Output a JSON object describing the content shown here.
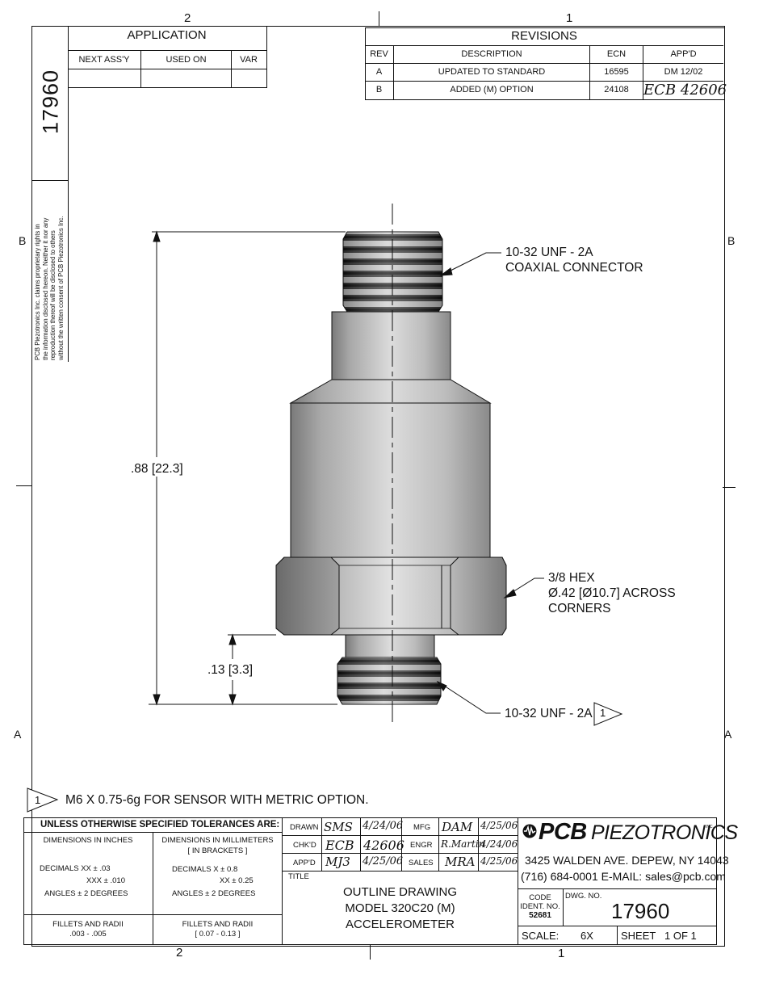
{
  "zones": {
    "top_left": "2",
    "top_right": "1",
    "bottom_left": "2",
    "bottom_right": "1",
    "left_b": "B",
    "right_b": "B",
    "left_a": "A",
    "right_a": "A"
  },
  "side_dwg_no": "17960",
  "proprietary": [
    "PCB Piezotronics Inc. claims proprietary rights in",
    "the information disclosed hereon.  Neither it nor any",
    "reproduction thereof will be disclosed to others",
    "without the written consent of PCB Piezotronics Inc."
  ],
  "application": {
    "title": "APPLICATION",
    "cols": [
      "NEXT ASS'Y",
      "USED ON",
      "VAR"
    ]
  },
  "revisions": {
    "title": "REVISIONS",
    "headers": [
      "REV",
      "DESCRIPTION",
      "ECN",
      "APP'D"
    ],
    "rows": [
      [
        "A",
        "UPDATED TO STANDARD",
        "16595",
        "DM 12/02"
      ],
      [
        "B",
        "ADDED (M) OPTION",
        "24108",
        "ECB 42606"
      ]
    ]
  },
  "callouts": {
    "connector_1": "10-32 UNF - 2A",
    "connector_2": "COAXIAL CONNECTOR",
    "hex_1": "3/8 HEX",
    "hex_2": "Ø.42 [Ø10.7] ACROSS",
    "hex_3": "CORNERS",
    "stud": "10-32 UNF - 2A",
    "stud_note_num": "1"
  },
  "dimensions": {
    "overall": ".88 [22.3]",
    "stud": ".13 [3.3]"
  },
  "note": {
    "num": "1",
    "text": "M6 X 0.75-6g FOR SENSOR WITH METRIC OPTION."
  },
  "tolerances": {
    "title": "UNLESS OTHERWISE SPECIFIED  TOLERANCES ARE:",
    "inch_head": "DIMENSIONS  IN INCHES",
    "mm_head_1": "DIMENSIONS IN MILLIMETERS",
    "mm_head_2": "[ IN BRACKETS ]",
    "inch_dec_1": "DECIMALS    XX   ± .03",
    "inch_dec_2": "XXX   ± .010",
    "mm_dec_1": "DECIMALS     X   ± 0.8",
    "mm_dec_2": "XX   ± 0.25",
    "inch_ang": "ANGLES  ± 2 DEGREES",
    "mm_ang": "ANGLES  ± 2 DEGREES",
    "inch_fillet_1": "FILLETS AND RADII",
    "inch_fillet_2": ".003 - .005",
    "mm_fillet_1": "FILLETS AND RADII",
    "mm_fillet_2": "[ 0.07 - 0.13 ]"
  },
  "signoff": {
    "drawn": "DRAWN",
    "chkd": "CHK'D",
    "appd": "APP'D",
    "title": "TITLE",
    "mfg": "MFG",
    "engr": "ENGR",
    "sales": "SALES",
    "drawn_by": "SMS",
    "drawn_date": "4/24/06",
    "chkd_by": "ECB",
    "chkd_date": "42606",
    "appd_by": "MJ3",
    "appd_date": "4/25/06",
    "mfg_by": "DAM",
    "mfg_date": "4/25/06",
    "engr_by": "R.Martin",
    "engr_date": "4/24/06",
    "sales_by": "MRA",
    "sales_date": "4/25/06"
  },
  "drawing_title": [
    "OUTLINE DRAWING",
    "MODEL 320C20 (M)",
    "ACCELEROMETER"
  ],
  "company": {
    "logo_bold": "PCB",
    "logo_rest": "PIEZOTRONICS",
    "logo_tm": "INC.",
    "address": "3425 WALDEN AVE. DEPEW, NY 14043",
    "contact": "(716)  684-0001  E-MAIL:  sales@pcb.com"
  },
  "titleblock": {
    "code_label_1": "CODE",
    "code_label_2": "IDENT. NO.",
    "code_value": "52681",
    "dwg_label": "DWG. NO.",
    "dwg_value": "17960",
    "scale_label": "SCALE:",
    "scale_value": "6X",
    "sheet_label": "SHEET",
    "sheet_value": "1  OF  1"
  }
}
